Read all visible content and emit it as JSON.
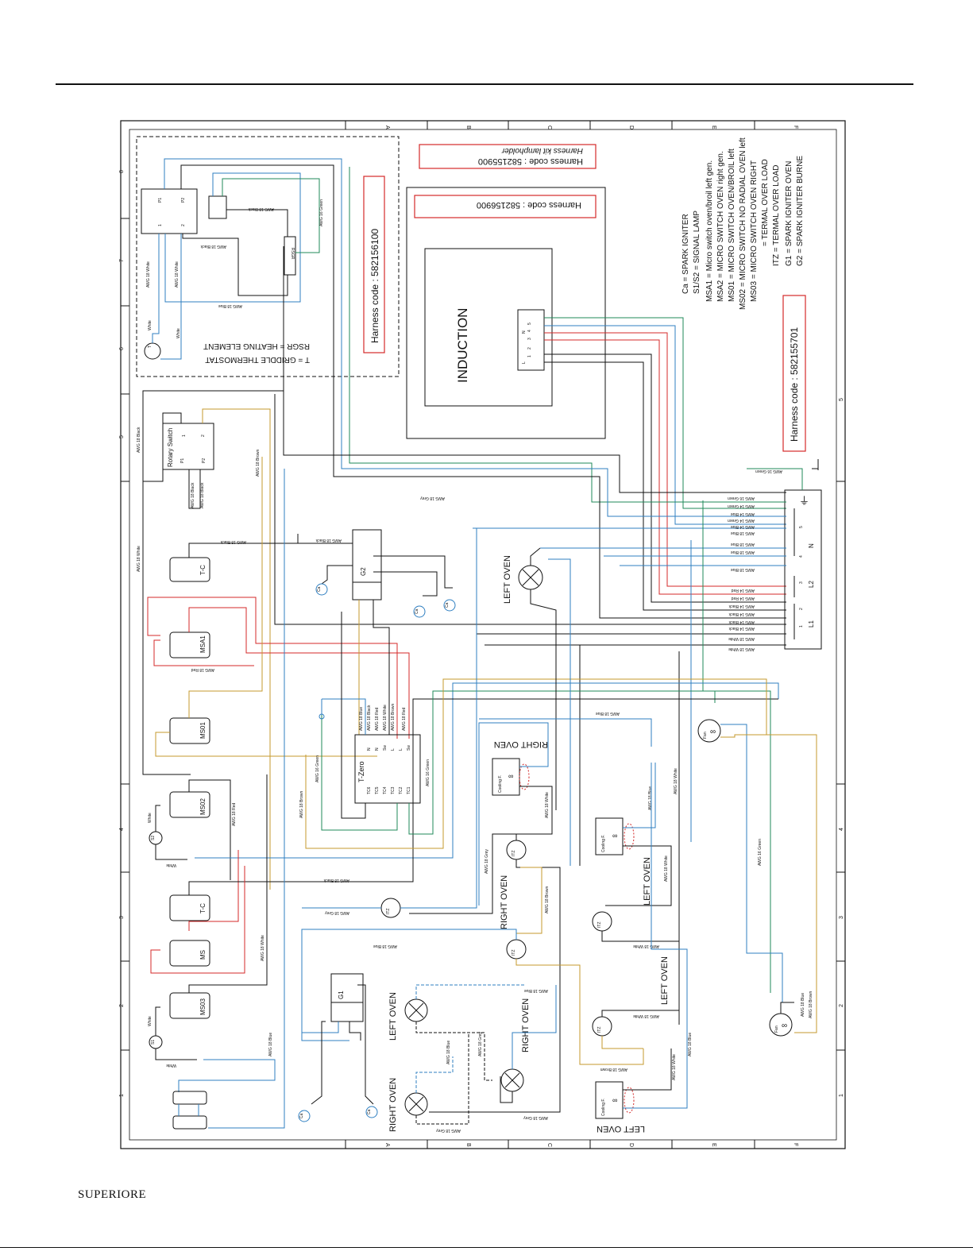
{
  "brand": "SUPERIORE",
  "grid": {
    "columns": [
      "A",
      "B",
      "C",
      "D",
      "E",
      "F"
    ],
    "rows": [
      "1",
      "2",
      "3",
      "4",
      "5",
      "6",
      "7",
      "8"
    ]
  },
  "harness_codes": {
    "griddle": "Harness code : 582156100",
    "induction": "Harness code : 582156900",
    "lampholder_title": "Harness kit lampholder",
    "lampholder_code": "Harness code : 582155900",
    "main": "Harness code : 582155701"
  },
  "griddle_legend": [
    "T    = GRIDDLE THERMOSTAT",
    "RSGR = HEATING ELEMENT"
  ],
  "legend": [
    "Ca  = SPARK IGNITER",
    "S1/S2  = SIGNAL LAMP",
    "MSA1 = Micro switch oven/broil left gen.",
    "MSA2 = MICRO SWITCH OVEN right gen.",
    "MS01 = MICRO SWITCH OVEN/BROIL left",
    "MS02 = MICRO SWITCH NO RADIAL OVEN left",
    "MS03 = MICRO SWITCH OVEN RIGHT",
    "       = TERMAL OVER LOAD",
    "ITZ  = TERMAL OVER LOAD",
    "G1  = SPARK IGNITER OVEN",
    "G2  = SPARK IGNITER BURNE"
  ],
  "components": {
    "induction": "INDUCTION",
    "rotary_switch": "Rotary Switch",
    "t_zero": "T-Zero",
    "rsgr": "RSGR",
    "g1": "G1",
    "g2": "G2",
    "msa1": "MSA1",
    "ms01": "MS01",
    "ms02": "MS02",
    "ms03": "MS03",
    "ms": "MS",
    "tc": "T-C",
    "itz": "ITZ",
    "fan": "Fan",
    "cooling_fan": "Cooling F.",
    "ca": "Ca",
    "t": "T",
    "s1": "S1",
    "s2": "S2"
  },
  "oven_labels": {
    "left_oven": "LEFT OVEN",
    "right_oven": "RIGHT OVEN"
  },
  "terminals": {
    "l1": "L1",
    "l2": "L2",
    "n": "N",
    "ground": "⏚",
    "p1": "P1",
    "p2": "P2",
    "one": "1",
    "two": "2",
    "three": "3",
    "four": "4",
    "five": "5",
    "tzero_top": [
      "N",
      "N",
      "Sw",
      "L",
      "L",
      "Sw"
    ],
    "tzero_bottom": [
      "TC6",
      "TC5",
      "TC4",
      "TC3",
      "TC2",
      "TC1"
    ],
    "induction_terms": [
      "L",
      "1",
      "2",
      "3",
      "4",
      "5",
      "N"
    ]
  },
  "wire_labels": {
    "white18": "AWG 18 White",
    "black18": "AWG 18 Black",
    "brown18": "AWG 18 Brown",
    "blue18": "AWG 18 Blue",
    "grey18": "AWG 18 Grey",
    "red18": "AWG 18 Red",
    "green16": "AWG 16 Green",
    "red14": "AWG 14 Red",
    "black14": "AWG 14 Black",
    "blue14": "AWG 14 Blue",
    "green14": "AWG 14 Green",
    "white": "White"
  },
  "colors": {
    "black": "#111111",
    "red": "#d42a2a",
    "blue": "#2f7fc1",
    "green": "#1f8a5a",
    "brown": "#c49a2c",
    "grey": "#7c8b95"
  }
}
